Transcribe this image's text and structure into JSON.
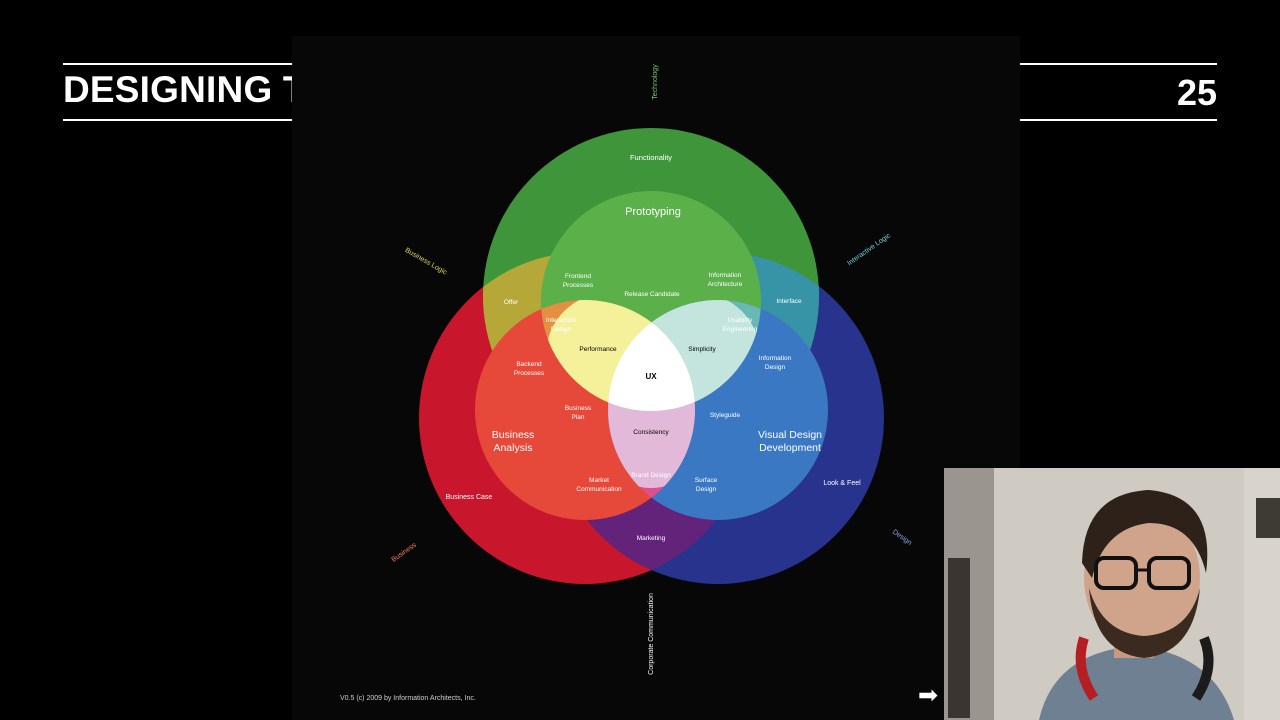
{
  "slide": {
    "title": "DESIGNING THE USER EXPERIENCE",
    "number": "25"
  },
  "diagram": {
    "center": "UX",
    "circles": {
      "top_green": {
        "label": "Prototyping",
        "outer_label": "Functionality",
        "color": "#3a9b3c"
      },
      "left_red": {
        "label_line1": "Business",
        "label_line2": "Analysis",
        "outer_label": "Business Case",
        "color": "#d21e2e"
      },
      "right_blue": {
        "label_line1": "Visual Design",
        "label_line2": "Development",
        "outer_label": "Look & Feel",
        "color": "#24318f"
      }
    },
    "regions": {
      "offer": "Offer",
      "frontend_1": "Frontend",
      "frontend_2": "Processes",
      "release_candidate": "Release Candidate",
      "info_arch_1": "Information",
      "info_arch_2": "Architecture",
      "interface": "Interface",
      "interaction_1": "Interaction",
      "interaction_2": "Design",
      "usability_1": "Usability",
      "usability_2": "Engineering",
      "performance": "Performance",
      "simplicity": "Simplicity",
      "backend_1": "Backend",
      "backend_2": "Processes",
      "info_design_1": "Information",
      "info_design_2": "Design",
      "business_plan_1": "Business",
      "business_plan_2": "Plan",
      "styleguide": "Styleguide",
      "consistency": "Consistency",
      "brand_design": "Brand Design",
      "market_comm_1": "Market",
      "market_comm_2": "Communication",
      "surface_1": "Surface",
      "surface_2": "Design",
      "marketing": "Marketing"
    },
    "axes": {
      "business_logic": "Business Logic",
      "interactive_logic": "Interactive Logic",
      "technology": "Technology",
      "business": "Business",
      "design": "Design",
      "corporate_communication": "Corporate Communication"
    },
    "credit": "V0.5 (c) 2009 by Information Architects, Inc."
  },
  "navigation": {
    "next_arrow": "➡"
  }
}
